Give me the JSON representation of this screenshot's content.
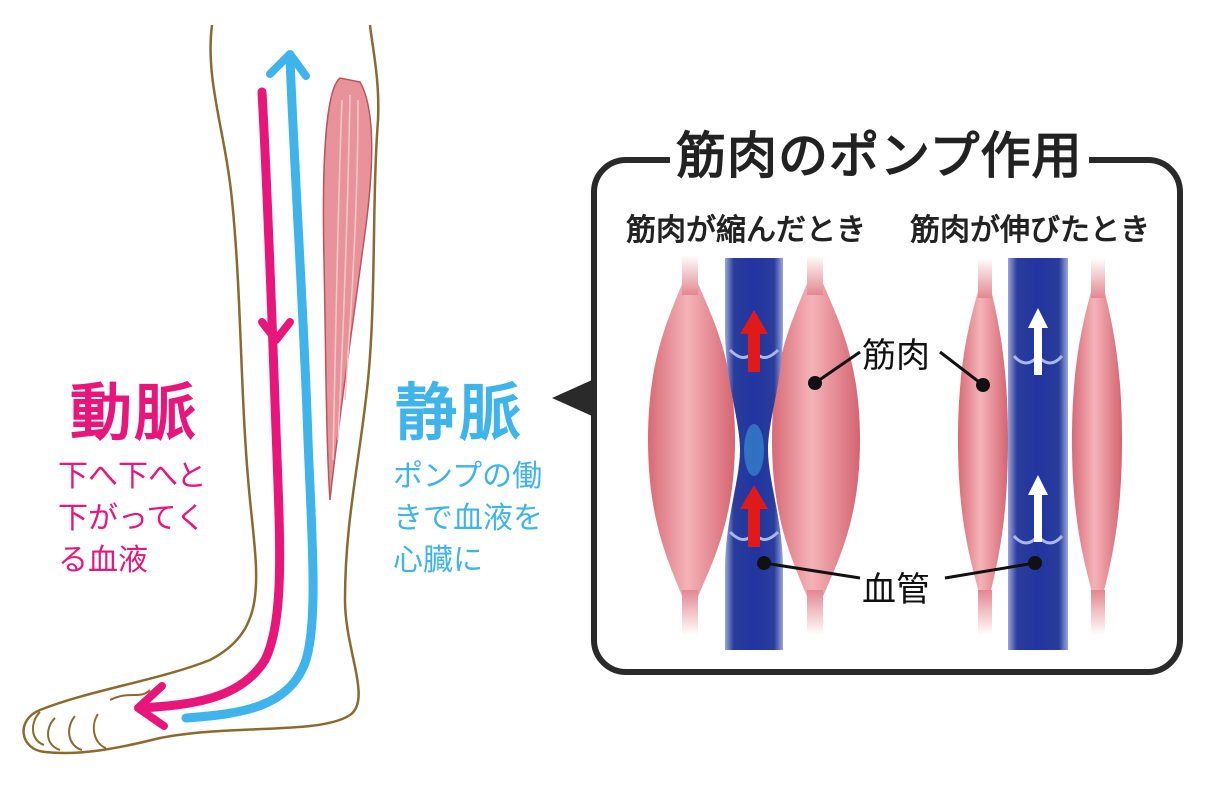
{
  "colors": {
    "artery": "#e8157a",
    "vein": "#3fb4ea",
    "skin_outline": "#8a6a2e",
    "muscle": "#e3868f",
    "vessel": "#2b3f9e",
    "text_dark": "#222222",
    "panel_border": "#2a2a2a",
    "red_arrow": "#e01a1a"
  },
  "artery": {
    "title": "動脈",
    "description": "下へ下へと\n下がってく\nる血液"
  },
  "vein": {
    "title": "静脈",
    "description": "ポンプの働\nきで血液を\n心臓に"
  },
  "panel": {
    "title": "筋肉のポンプ作用",
    "left_caption": "筋肉が縮んだとき",
    "right_caption": "筋肉が伸びたとき",
    "callout_muscle": "筋肉",
    "callout_vessel": "血管"
  }
}
